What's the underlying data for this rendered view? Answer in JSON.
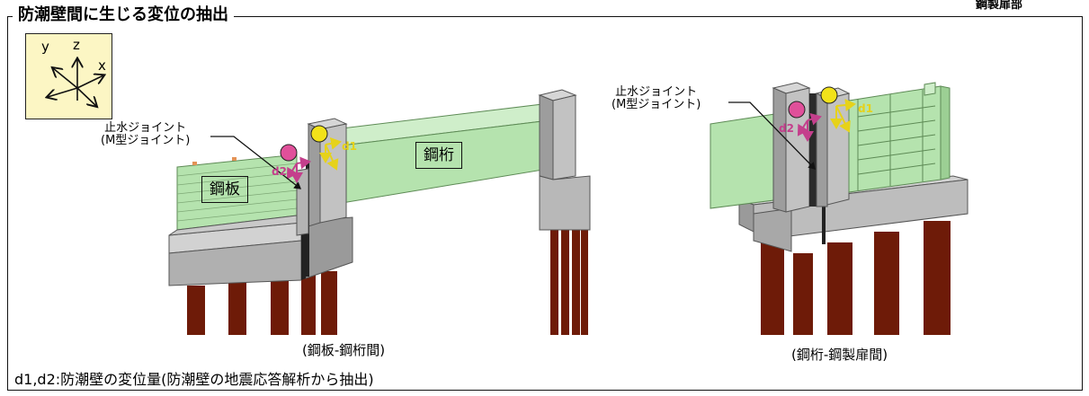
{
  "header": {
    "section_title": "防潮壁間に生じる変位の抽出",
    "top_right_label": "鋼製扉部"
  },
  "axes": {
    "y": "y",
    "z": "z",
    "x": "x"
  },
  "left_scene": {
    "joint_label_line1": "止水ジョイント",
    "joint_label_line2": "(M型ジョイント)",
    "plate_label": "鋼板",
    "girder_label": "鋼桁",
    "d1": "d1",
    "d2": "d2",
    "caption": "(鋼板-鋼桁間)"
  },
  "right_scene": {
    "joint_label_line1": "止水ジョイント",
    "joint_label_line2": "(M型ジョイント)",
    "d1": "d1",
    "d2": "d2",
    "caption": "(鋼桁-鋼製扉間)"
  },
  "footnote": "d1,d2:防潮壁の変位量(防潮壁の地震応答解析から抽出)",
  "colors": {
    "concrete": "#bcbcbc",
    "concrete_dark": "#8e8e8e",
    "steel_green": "#b5e3ae",
    "pile": "#6e1b08",
    "magenta_marker": "#e0509a",
    "yellow_marker": "#f2e21a",
    "axis_box": "#fcf6c4"
  }
}
